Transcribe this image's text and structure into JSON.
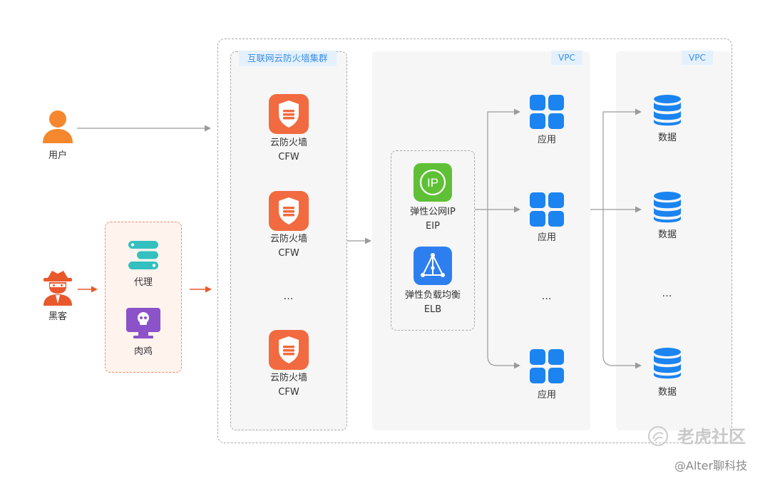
{
  "colors": {
    "firewall": "#f26a3f",
    "person": "#f5872e",
    "hacker": "#e9582d",
    "proxy": "#33c0bf",
    "zombie": "#8b52c9",
    "eip": "#5fc036",
    "elb": "#2d7ff0",
    "app": "#1b84f0",
    "database": "#1b84f0",
    "tag_text": "#3a8ee6",
    "tag_bg": "#e4f1fd",
    "arrow_gray": "#999999",
    "arrow_red": "#e9582d"
  },
  "user": {
    "label": "用户",
    "icon": "person-icon"
  },
  "hacker": {
    "label": "黑客",
    "icon": "hacker-icon"
  },
  "attack_sources": [
    {
      "label": "代理",
      "icon": "proxy-icon"
    },
    {
      "label": "肉鸡",
      "icon": "zombie-monitor-icon"
    }
  ],
  "cluster": {
    "title": "互联网云防火墙集群",
    "nodes": [
      {
        "name": "云防火墙",
        "abbr": "CFW",
        "icon": "firewall-shield-icon"
      },
      {
        "name": "云防火墙",
        "abbr": "CFW",
        "icon": "firewall-shield-icon"
      },
      {
        "name": "云防火墙",
        "abbr": "CFW",
        "icon": "firewall-shield-icon"
      }
    ],
    "ellipsis": "…"
  },
  "vpc_app": {
    "tag": "VPC",
    "eip": {
      "name": "弹性公网IP",
      "abbr": "EIP",
      "icon": "ip-icon"
    },
    "elb": {
      "name": "弹性负载均衡",
      "abbr": "ELB",
      "icon": "load-balancer-icon"
    },
    "apps": [
      {
        "label": "应用",
        "icon": "app-grid-icon"
      },
      {
        "label": "应用",
        "icon": "app-grid-icon"
      },
      {
        "label": "应用",
        "icon": "app-grid-icon"
      }
    ],
    "ellipsis": "…"
  },
  "vpc_data": {
    "tag": "VPC",
    "items": [
      {
        "label": "数据",
        "icon": "database-icon"
      },
      {
        "label": "数据",
        "icon": "database-icon"
      },
      {
        "label": "数据",
        "icon": "database-icon"
      }
    ],
    "ellipsis": "…"
  },
  "watermark": {
    "title": "老虎社区",
    "subtitle": "@Alter聊科技"
  }
}
